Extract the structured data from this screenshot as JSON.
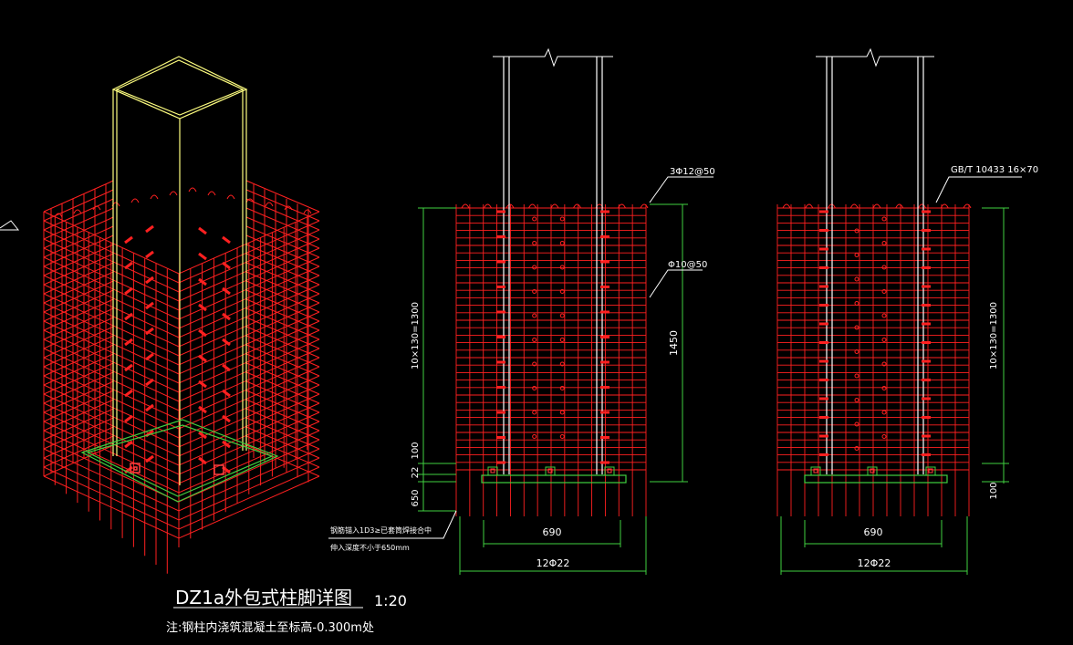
{
  "drawing": {
    "title": "DZ1a外包式柱脚详图",
    "scale": "1:20",
    "note": "注:钢柱内浇筑混凝土至标高-0.300m处",
    "colors": {
      "background": "#000000",
      "rebar": "#ff2020",
      "steel": "#ffff80",
      "plate": "#40d040",
      "dim": "#40d040",
      "text": "#ffffff"
    }
  },
  "elevation_left": {
    "leader_top": "3Φ12@50",
    "leader_mid": "Φ10@50",
    "leader_bottom_line1": "钢筋锚入1D3≥已套筒焊接合中",
    "leader_bottom_line2": "伸入深度不小于650mm",
    "dim_left_upper": "10×130=1300",
    "dim_left_100": "100",
    "dim_left_22": "22",
    "dim_left_650": "650",
    "dim_right_1450": "1450",
    "dim_width_690": "690",
    "dim_rebar_count": "12Φ22"
  },
  "elevation_right": {
    "leader_top": "GB/T 10433 16×70",
    "dim_right_upper": "10×130=1300",
    "dim_right_100": "100",
    "dim_width_690": "690",
    "dim_rebar_count": "12Φ22"
  }
}
